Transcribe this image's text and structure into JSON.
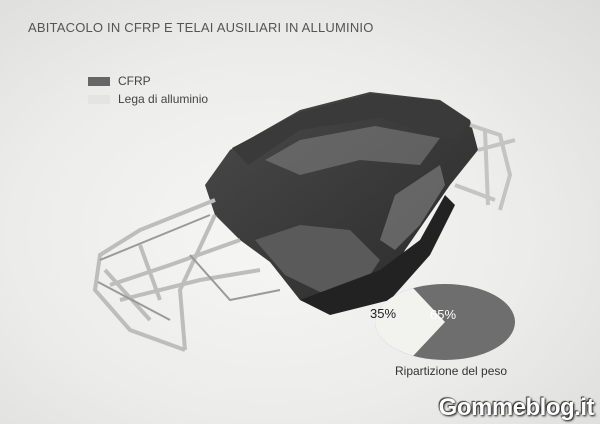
{
  "title": "ABITACOLO IN CFRP E TELAI AUSILIARI IN ALLUMINIO",
  "legend": [
    {
      "label": "CFRP",
      "color": "#666666"
    },
    {
      "label": "Lega di alluminio",
      "color": "#e4e4e2"
    }
  ],
  "pie": {
    "caption": "Ripartizione del peso",
    "slices": [
      {
        "label": "65%",
        "value": 65,
        "color": "#6e6e6e"
      },
      {
        "label": "35%",
        "value": 35,
        "color": "#f2f2ee"
      }
    ]
  },
  "watermark": "Gommeblog.it"
}
